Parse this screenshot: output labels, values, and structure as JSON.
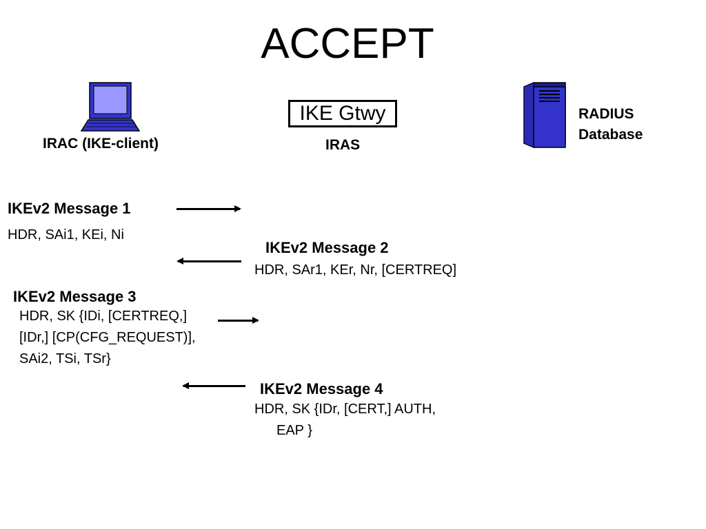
{
  "title": "ACCEPT",
  "client": {
    "label": "IRAC (IKE-client)",
    "icon": "laptop-icon"
  },
  "gateway": {
    "box_label": "IKE Gtwy",
    "label": "IRAS"
  },
  "radius": {
    "label_line1": "RADIUS",
    "label_line2": "Database",
    "icon": "server-icon"
  },
  "colors": {
    "icon_fill": "#3333cc",
    "icon_screen": "#9999ff"
  },
  "messages": [
    {
      "title": "IKEv2 Message 1",
      "body": [
        "HDR, SAi1, KEi, Ni"
      ],
      "direction": "client-to-gateway"
    },
    {
      "title": "IKEv2 Message 2",
      "body": [
        "HDR, SAr1, KEr, Nr, [CERTREQ]"
      ],
      "direction": "gateway-to-client"
    },
    {
      "title": "IKEv2 Message 3",
      "body": [
        "HDR, SK {IDi, [CERTREQ,]",
        "[IDr,] [CP(CFG_REQUEST)],",
        "SAi2, TSi, TSr}"
      ],
      "direction": "client-to-gateway"
    },
    {
      "title": "IKEv2 Message 4",
      "body": [
        "HDR, SK {IDr, [CERT,] AUTH,",
        "EAP }"
      ],
      "direction": "gateway-to-client"
    }
  ]
}
